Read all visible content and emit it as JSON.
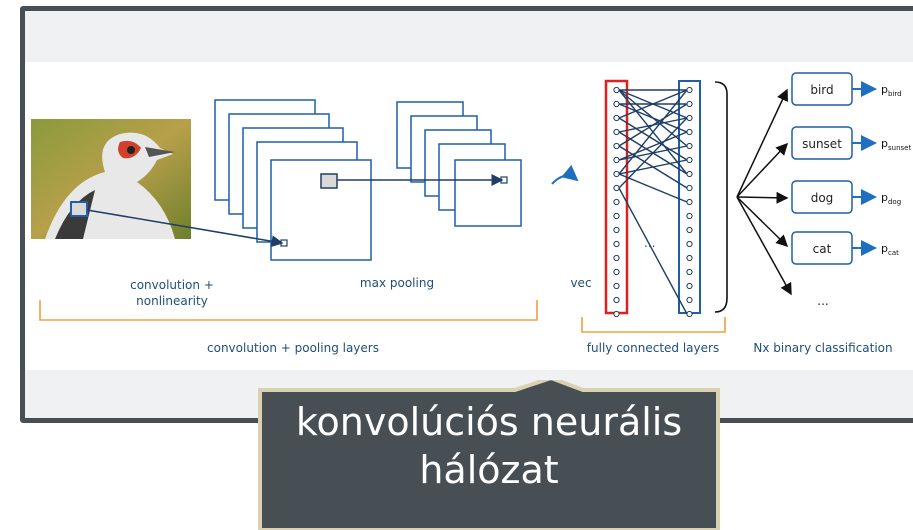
{
  "diagram": {
    "labels": {
      "conv": [
        "convolution +",
        "nonlinearity"
      ],
      "max_pooling": "max pooling",
      "vec": "vec",
      "conv_pool_layers": "convolution + pooling layers",
      "fully_connected": "fully connected layers",
      "nx_binary": "Nx binary classification",
      "ellipsis_fc": "...",
      "ellipsis_cls": "..."
    },
    "classes": [
      {
        "name": "bird",
        "prob_sub": "bird"
      },
      {
        "name": "sunset",
        "prob_sub": "sunset"
      },
      {
        "name": "dog",
        "prob_sub": "dog"
      },
      {
        "name": "cat",
        "prob_sub": "cat"
      }
    ],
    "prob_symbol": "p",
    "colors": {
      "blue": "#1f5fa8",
      "dark_blue": "#1f3f66",
      "orange": "#f0a040",
      "red": "#e02020",
      "callout_bg": "#474f54"
    }
  },
  "callout": {
    "lines": [
      "konvolúciós neurális",
      "hálózat"
    ]
  }
}
